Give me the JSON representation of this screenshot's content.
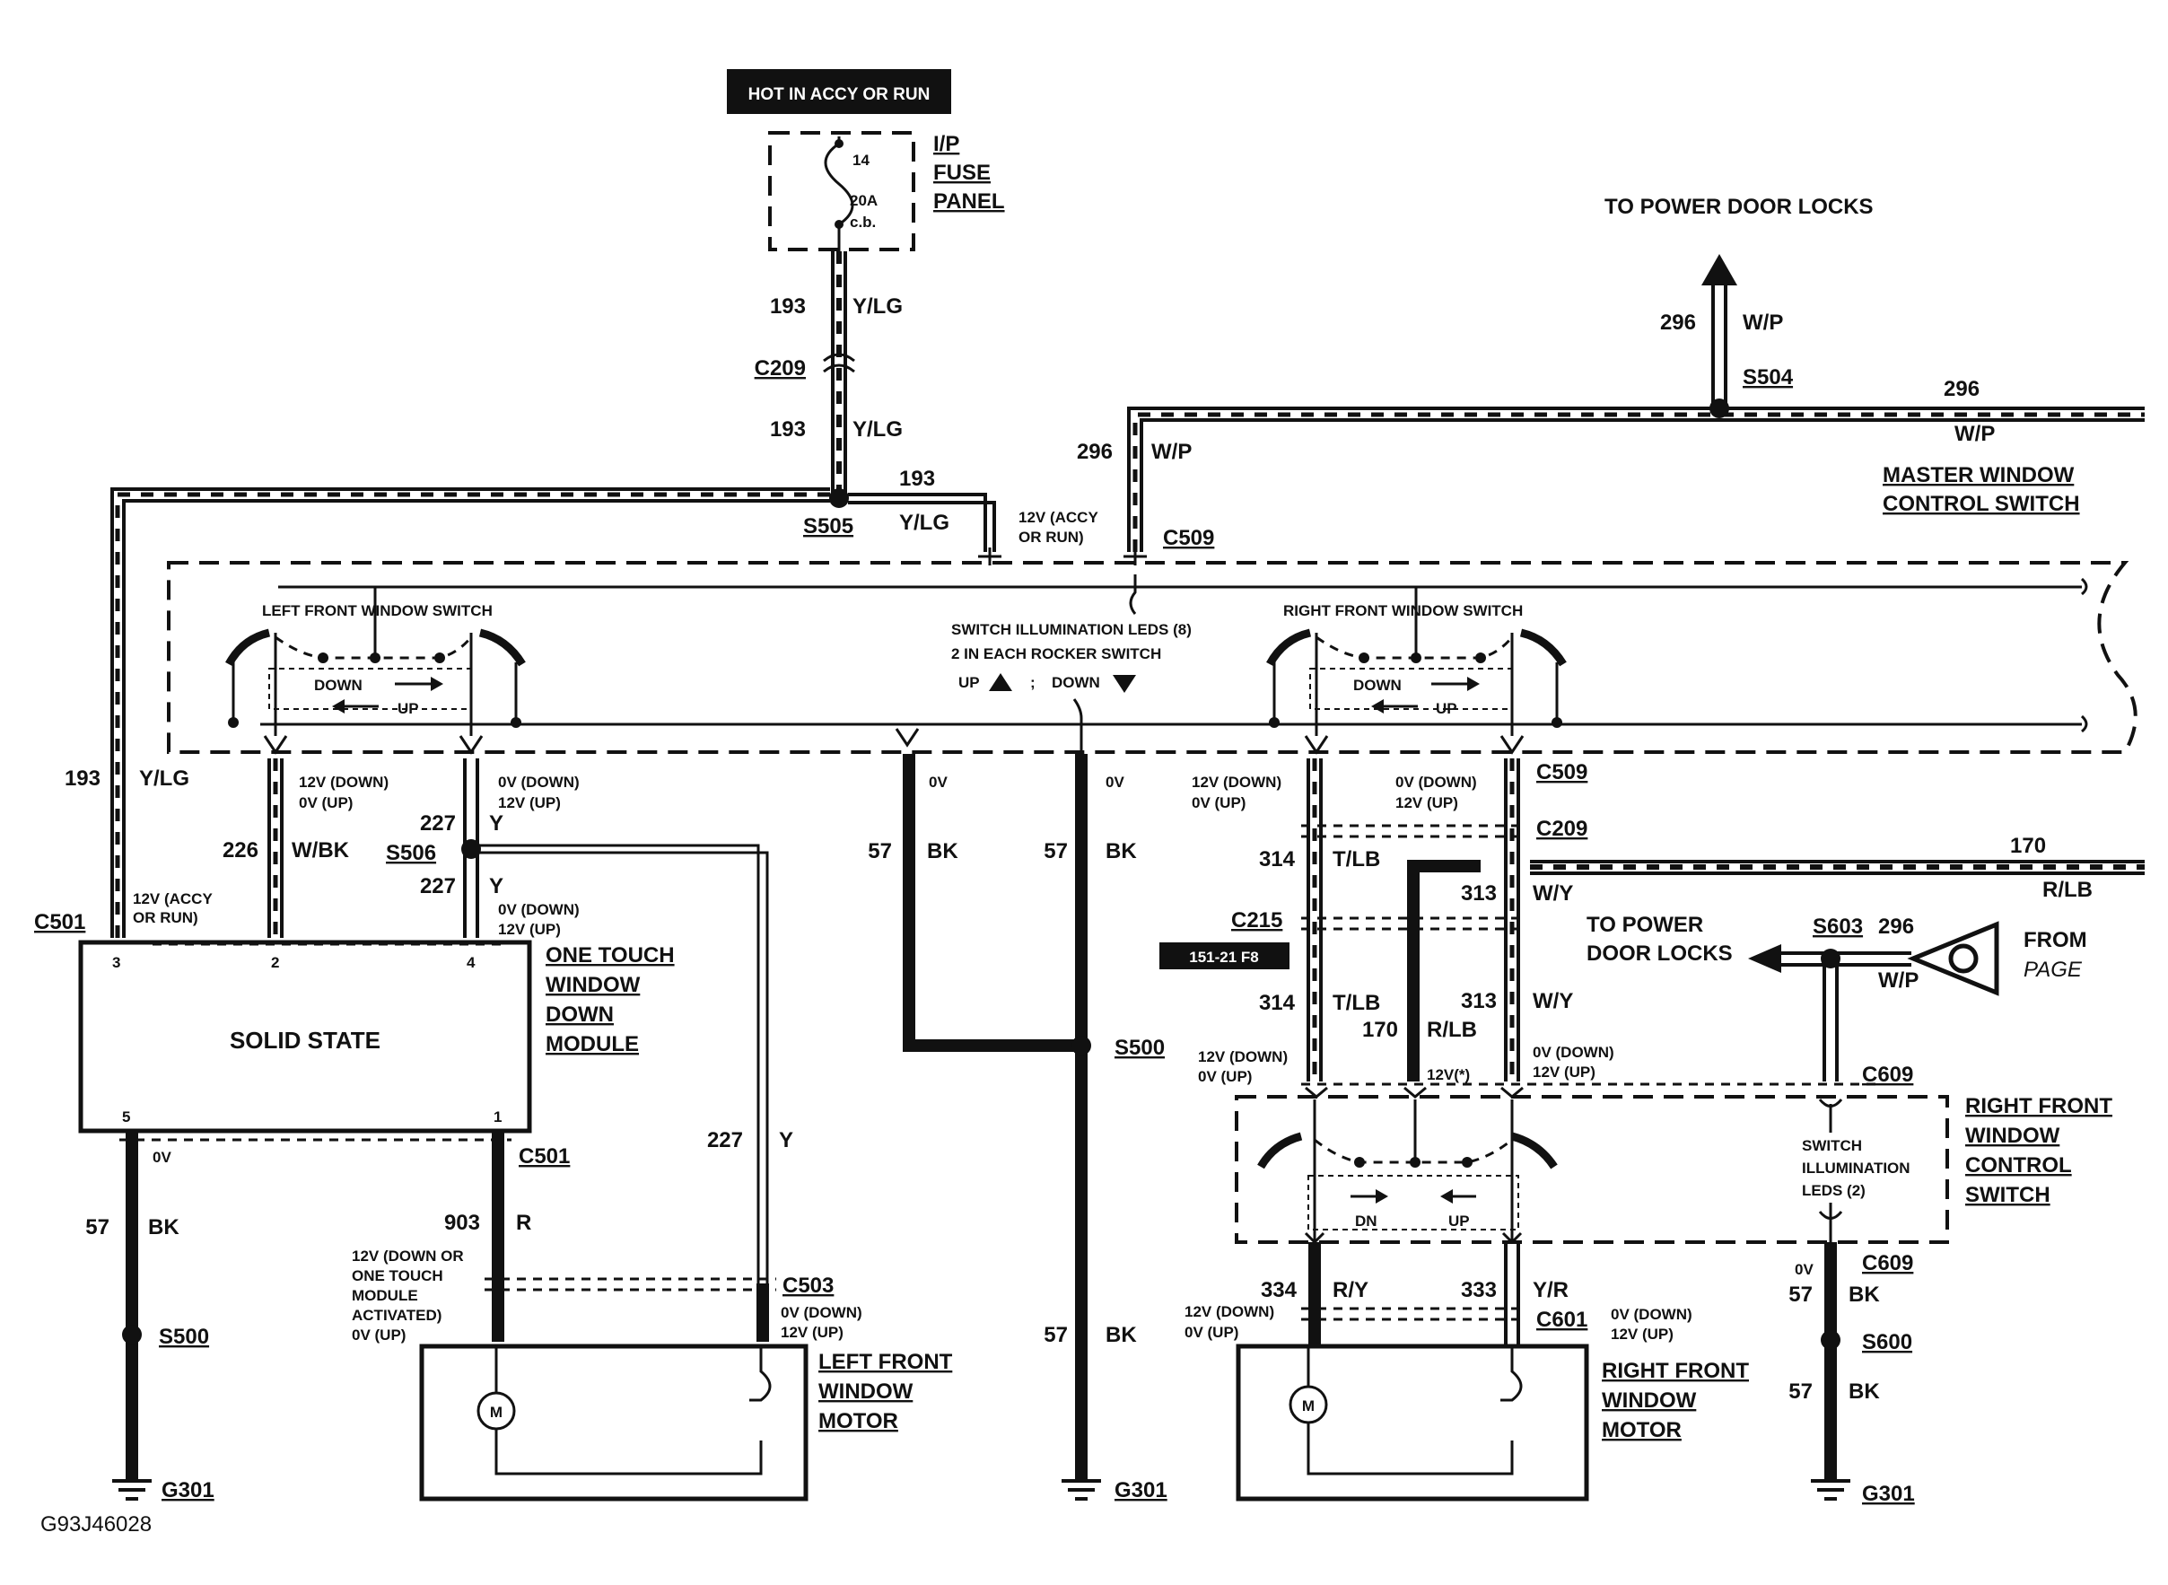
{
  "header": {
    "hot_label": "HOT IN ACCY OR RUN",
    "fuse_number": "14",
    "fuse_rating": "20A",
    "fuse_type": "c.b.",
    "fuse_panel_line1": "I/P",
    "fuse_panel_line2": "FUSE",
    "fuse_panel_line3": "PANEL"
  },
  "connectors": {
    "c209": "C209",
    "c509": "C509",
    "c501": "C501",
    "c503": "C503",
    "c215": "C215",
    "c609": "C609",
    "c601": "C601"
  },
  "splices": {
    "s505": "S505",
    "s504": "S504",
    "s506": "S506",
    "s500": "S500",
    "s603": "S603",
    "s600": "S600"
  },
  "grounds": {
    "g301": "G301"
  },
  "circuits": {
    "c193": "193",
    "c296": "296",
    "c226": "226",
    "c227": "227",
    "c57": "57",
    "c903": "903",
    "c314": "314",
    "c313": "313",
    "c170": "170",
    "c334": "334",
    "c333": "333"
  },
  "colors": {
    "y_lg": "Y/LG",
    "w_p": "W/P",
    "w_bk": "W/BK",
    "y": "Y",
    "bk": "BK",
    "r": "R",
    "t_lb": "T/LB",
    "w_y": "W/Y",
    "r_lb": "R/LB",
    "r_y": "R/Y",
    "y_r": "Y/R"
  },
  "voltages": {
    "accy_run_a": "12V (ACCY",
    "accy_run_b": "OR RUN)",
    "down12_a": "12V (DOWN)",
    "up0_a": "0V (UP)",
    "down0_a": "0V (DOWN)",
    "up12_a": "12V (UP)",
    "zero_v": "0V",
    "otwm_a": "12V (DOWN OR",
    "otwm_b": "ONE  TOUCH",
    "otwm_c": "MODULE",
    "otwm_d": "ACTIVATED)",
    "otwm_e": "0V (UP)",
    "twelve_star": "12V(*)"
  },
  "components": {
    "power_door_locks_top": "TO POWER DOOR LOCKS",
    "master_line1": "MASTER WINDOW",
    "master_line2": "CONTROL SWITCH",
    "left_switch": "LEFT FRONT  WINDOW SWITCH",
    "right_switch": "RIGHT FRONT  WINDOW SWITCH",
    "leds_line1": "SWITCH ILLUMINATION LEDS (8)",
    "leds_line2": "2 IN EACH ROCKER SWITCH",
    "leds_up": "UP",
    "leds_semi": ";",
    "leds_down": "DOWN",
    "down": "DOWN",
    "up": "UP",
    "solid_state": "SOLID STATE",
    "otwdm_1": "ONE TOUCH",
    "otwdm_2": "WINDOW",
    "otwdm_3": "DOWN",
    "otwdm_4": "MODULE",
    "pin3": "3",
    "pin2": "2",
    "pin4": "4",
    "pin5": "5",
    "pin1": "1",
    "lfm_1": "LEFT FRONT",
    "lfm_2": "WINDOW",
    "lfm_3": "MOTOR",
    "rfm_1": "RIGHT FRONT",
    "rfm_2": "WINDOW",
    "rfm_3": "MOTOR",
    "motor_m": "M",
    "pdl_1": "TO POWER",
    "pdl_2": "DOOR LOCKS",
    "from_1": "FROM",
    "from_2": "PAGE",
    "page_ref": "151-21  F8",
    "rfwcs_1": "RIGHT FRONT",
    "rfwcs_2": "WINDOW",
    "rfwcs_3": "CONTROL",
    "rfwcs_4": "SWITCH",
    "illum_1": "SWITCH",
    "illum_2": "ILLUMINATION",
    "illum_3": "LEDS (2)",
    "dn": "DN"
  },
  "footer": {
    "figure_id": "G93J46028"
  }
}
